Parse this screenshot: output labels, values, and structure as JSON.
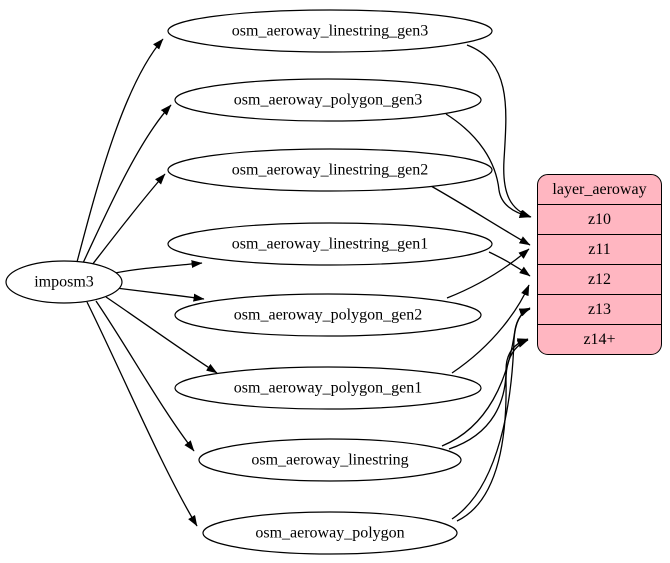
{
  "diagram": {
    "type": "etl-graph",
    "background_color": "#ffffff",
    "node_fill_color": "#ffffff",
    "node_border_color": "#000000",
    "source": {
      "label": "imposm3"
    },
    "tables": [
      {
        "label": "osm_aeroway_linestring_gen3"
      },
      {
        "label": "osm_aeroway_polygon_gen3"
      },
      {
        "label": "osm_aeroway_linestring_gen2"
      },
      {
        "label": "osm_aeroway_linestring_gen1"
      },
      {
        "label": "osm_aeroway_polygon_gen2"
      },
      {
        "label": "osm_aeroway_polygon_gen1"
      },
      {
        "label": "osm_aeroway_linestring"
      },
      {
        "label": "osm_aeroway_polygon"
      }
    ],
    "layer": {
      "title": "layer_aeroway",
      "zoom_rows": [
        "z10",
        "z11",
        "z12",
        "z13",
        "z14+"
      ],
      "fill_color": "#ffb6c1",
      "border_color": "#000000"
    },
    "edges": [
      {
        "from": "imposm3",
        "to": "osm_aeroway_linestring_gen3"
      },
      {
        "from": "imposm3",
        "to": "osm_aeroway_polygon_gen3"
      },
      {
        "from": "imposm3",
        "to": "osm_aeroway_linestring_gen2"
      },
      {
        "from": "imposm3",
        "to": "osm_aeroway_linestring_gen1"
      },
      {
        "from": "imposm3",
        "to": "osm_aeroway_polygon_gen2"
      },
      {
        "from": "imposm3",
        "to": "osm_aeroway_polygon_gen1"
      },
      {
        "from": "imposm3",
        "to": "osm_aeroway_linestring"
      },
      {
        "from": "imposm3",
        "to": "osm_aeroway_polygon"
      },
      {
        "from": "osm_aeroway_linestring_gen3",
        "to": "layer_aeroway:z10"
      },
      {
        "from": "osm_aeroway_polygon_gen3",
        "to": "layer_aeroway:z10"
      },
      {
        "from": "osm_aeroway_linestring_gen2",
        "to": "layer_aeroway:z11"
      },
      {
        "from": "osm_aeroway_polygon_gen2",
        "to": "layer_aeroway:z11"
      },
      {
        "from": "osm_aeroway_linestring_gen1",
        "to": "layer_aeroway:z12"
      },
      {
        "from": "osm_aeroway_polygon_gen1",
        "to": "layer_aeroway:z12"
      },
      {
        "from": "osm_aeroway_linestring",
        "to": "layer_aeroway:z13"
      },
      {
        "from": "osm_aeroway_polygon",
        "to": "layer_aeroway:z13"
      },
      {
        "from": "osm_aeroway_linestring",
        "to": "layer_aeroway:z14+"
      },
      {
        "from": "osm_aeroway_polygon",
        "to": "layer_aeroway:z14+"
      }
    ]
  }
}
